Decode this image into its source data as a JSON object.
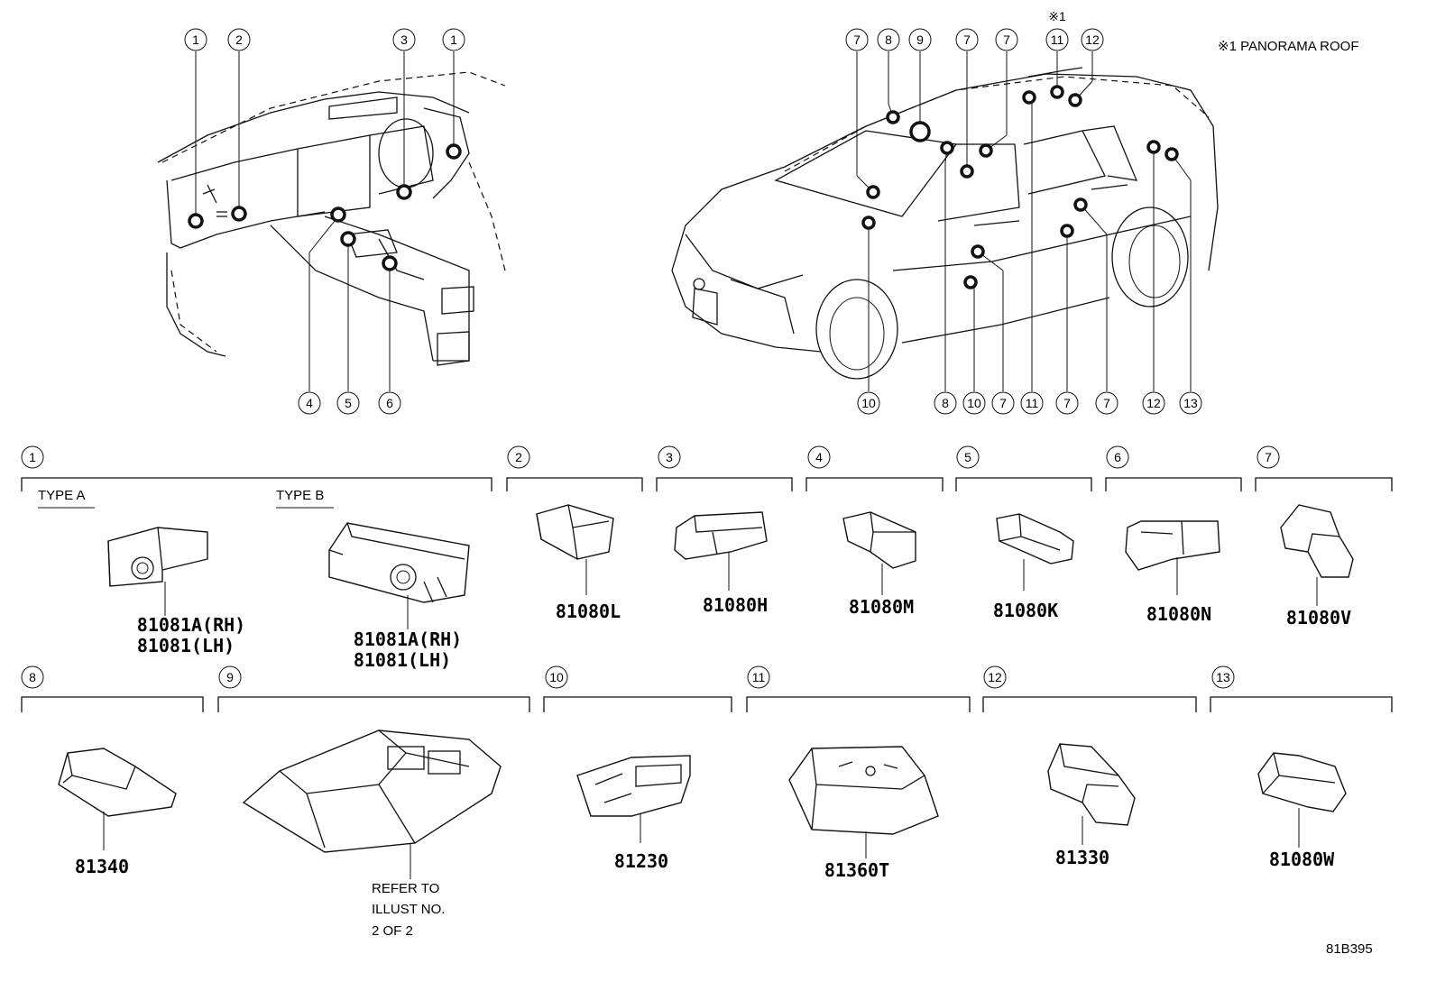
{
  "header_note": "※1 PANORAMA ROOF",
  "roof_mark": "※1",
  "illustration_no": "81B395",
  "callouts": {
    "c1": "1",
    "c2": "2",
    "c3": "3",
    "c4": "4",
    "c5": "5",
    "c6": "6",
    "c7": "7",
    "c8": "8",
    "c9": "9",
    "c10": "10",
    "c11": "11",
    "c12": "12",
    "c13": "13"
  },
  "sections": [
    {
      "number": "1",
      "types": [
        {
          "label": "TYPE A",
          "parts": [
            "81081A(RH)",
            "81081(LH)"
          ]
        },
        {
          "label": "TYPE B",
          "parts": [
            "81081A(RH)",
            "81081(LH)"
          ]
        }
      ]
    },
    {
      "number": "2",
      "part": "81080L"
    },
    {
      "number": "3",
      "part": "81080H"
    },
    {
      "number": "4",
      "part": "81080M"
    },
    {
      "number": "5",
      "part": "81080K"
    },
    {
      "number": "6",
      "part": "81080N"
    },
    {
      "number": "7",
      "part": "81080V"
    },
    {
      "number": "8",
      "part": "81340"
    },
    {
      "number": "9",
      "refer": [
        "REFER TO",
        "ILLUST NO.",
        "2 OF 2"
      ]
    },
    {
      "number": "10",
      "part": "81230"
    },
    {
      "number": "11",
      "part": "81360T"
    },
    {
      "number": "12",
      "part": "81330"
    },
    {
      "number": "13",
      "part": "81080W"
    }
  ]
}
